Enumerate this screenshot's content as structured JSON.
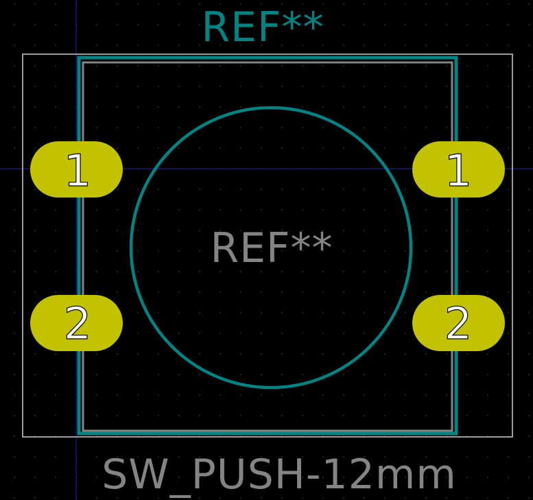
{
  "footprint": {
    "reference_top": "REF**",
    "reference_center": "REF**",
    "value": "SW_PUSH-12mm"
  },
  "pads": [
    {
      "id": "pad-left-1",
      "number": "1"
    },
    {
      "id": "pad-right-1",
      "number": "1"
    },
    {
      "id": "pad-left-2",
      "number": "2"
    },
    {
      "id": "pad-right-2",
      "number": "2"
    }
  ],
  "colors": {
    "background": "#000000",
    "silkscreen": "#008484",
    "fabrication": "#848484",
    "courtyard": "#c2c2c2",
    "pad": "#c2c200",
    "pad_text": "#ffffff",
    "grid": "#1a1a6a",
    "crosshair": "#1c1c8c"
  }
}
